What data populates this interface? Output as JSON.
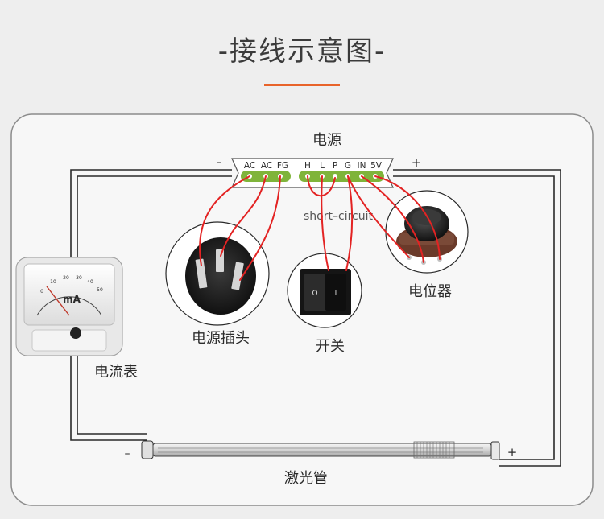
{
  "header": {
    "title": "-接线示意图-"
  },
  "colors": {
    "accent": "#e8632a",
    "wire_red": "#e32323",
    "terminal_green": "#7fb43a"
  },
  "power_supply": {
    "title": "电源",
    "minus_label": "–",
    "plus_label": "+",
    "terminals": [
      "AC",
      "AC",
      "FG",
      "H",
      "L",
      "P",
      "G",
      "IN",
      "5V"
    ]
  },
  "short_circuit_label": "short–circuit",
  "components": {
    "plug": {
      "label": "电源插头",
      "icon": "power-plug-icon"
    },
    "switch": {
      "label": "开关",
      "icon": "rocker-switch-icon"
    },
    "potentiometer": {
      "label": "电位器",
      "icon": "potentiometer-icon"
    },
    "ammeter": {
      "label": "电流表",
      "icon": "ammeter-icon",
      "unit": "mA",
      "scale": [
        "0",
        "10",
        "20",
        "30",
        "40",
        "50"
      ]
    },
    "laser_tube": {
      "label": "激光管",
      "minus_label": "–",
      "plus_label": "+",
      "icon": "laser-tube-icon"
    }
  },
  "switch_glyphs": {
    "off": "O",
    "on": "I"
  }
}
